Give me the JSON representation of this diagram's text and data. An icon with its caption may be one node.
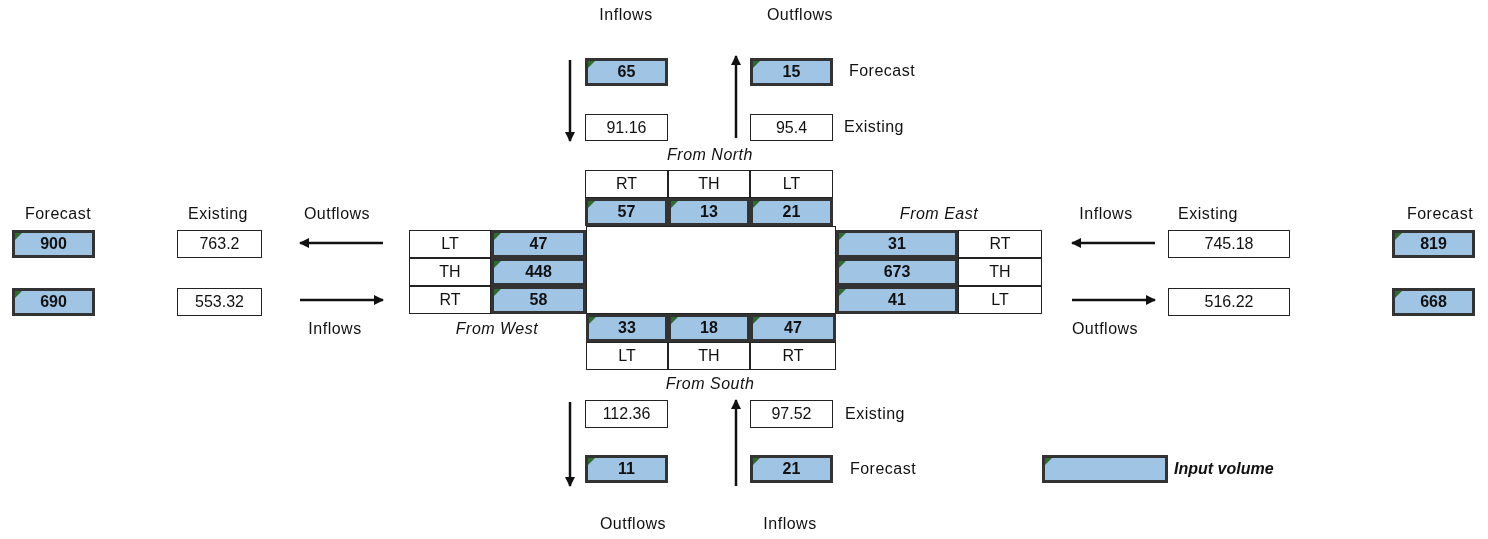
{
  "diagram": {
    "nodes": [
      {
        "text": [
          "65"
        ]
      },
      {
        "text": [
          "15"
        ]
      },
      {
        "text": [
          "91.16"
        ]
      },
      {
        "text": [
          "95.4"
        ]
      },
      {
        "text": [
          "RT"
        ]
      },
      {
        "text": [
          "TH"
        ]
      },
      {
        "text": [
          "LT"
        ]
      },
      {
        "text": [
          "57"
        ]
      },
      {
        "text": [
          "13"
        ]
      },
      {
        "text": [
          "21"
        ]
      },
      {
        "text": [
          "900"
        ]
      },
      {
        "text": [
          "763.2"
        ]
      },
      {
        "text": [
          "LT"
        ]
      },
      {
        "text": [
          "47"
        ]
      },
      {
        "text": [
          "31"
        ]
      },
      {
        "text": [
          "RT"
        ]
      },
      {
        "text": [
          "745.18"
        ]
      },
      {
        "text": [
          "819"
        ]
      },
      {
        "text": [
          "TH"
        ]
      },
      {
        "text": [
          "448"
        ]
      },
      {
        "text": [],
        "shape": "box"
      },
      {
        "text": [
          "673"
        ]
      },
      {
        "text": [
          "TH"
        ]
      },
      {
        "text": [
          "690"
        ]
      },
      {
        "text": [
          "553.32"
        ]
      },
      {
        "text": [
          "RT"
        ]
      },
      {
        "text": [
          "58"
        ]
      },
      {
        "text": [
          "41"
        ]
      },
      {
        "text": [
          "LT"
        ]
      },
      {
        "text": [
          "516.22"
        ]
      },
      {
        "text": [
          "668"
        ]
      },
      {
        "text": [
          "33"
        ]
      },
      {
        "text": [
          "18"
        ]
      },
      {
        "text": [
          "47"
        ]
      },
      {
        "text": [
          "LT"
        ]
      },
      {
        "text": [
          "TH"
        ]
      },
      {
        "text": [
          "RT"
        ]
      },
      {
        "text": [
          "112.36"
        ]
      },
      {
        "text": [
          "97.52"
        ]
      },
      {
        "text": [
          "11"
        ]
      },
      {
        "text": [
          "21"
        ]
      }
    ],
    "labels": [
      "Inflows",
      "Outflows",
      "Forecast",
      "Existing",
      "From North",
      "Forecast",
      "Existing",
      "Outflows",
      "From East",
      "Inflows",
      "Existing",
      "Forecast",
      "Inflows",
      "From West",
      "Outflows",
      "From South",
      "Existing",
      "Forecast",
      "Outflows",
      "Inflows"
    ],
    "legend": [
      {
        "text": "Input volume",
        "color": "#a0c4e4"
      }
    ]
  }
}
